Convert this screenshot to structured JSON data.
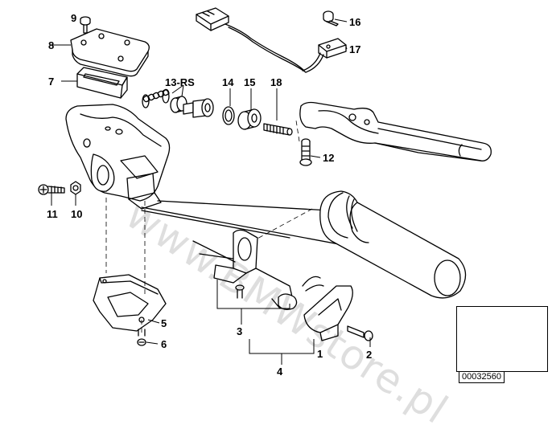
{
  "diagram": {
    "watermark": "www.BMWstore.pl",
    "drawing_number": "00032560",
    "callouts": [
      {
        "id": "c1",
        "text": "1"
      },
      {
        "id": "c2",
        "text": "2"
      },
      {
        "id": "c3",
        "text": "3"
      },
      {
        "id": "c4",
        "text": "4"
      },
      {
        "id": "c5",
        "text": "5"
      },
      {
        "id": "c6",
        "text": "6"
      },
      {
        "id": "c7",
        "text": "7"
      },
      {
        "id": "c8",
        "text": "8"
      },
      {
        "id": "c9",
        "text": "9"
      },
      {
        "id": "c10",
        "text": "10"
      },
      {
        "id": "c11",
        "text": "11"
      },
      {
        "id": "c12",
        "text": "12"
      },
      {
        "id": "c13",
        "text": "13-RS"
      },
      {
        "id": "c14",
        "text": "14"
      },
      {
        "id": "c15",
        "text": "15"
      },
      {
        "id": "c16",
        "text": "16"
      },
      {
        "id": "c17",
        "text": "17"
      },
      {
        "id": "c18",
        "text": "18"
      }
    ]
  }
}
